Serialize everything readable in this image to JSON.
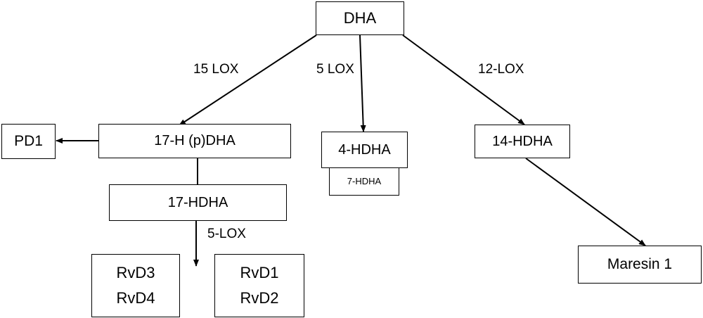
{
  "nodes": {
    "dha": "DHA",
    "pd1": "PD1",
    "h_p_dha_17": "17-H (p)DHA",
    "hdha_17": "17-HDHA",
    "hdha_4": "4-HDHA",
    "hdha_7": "7-HDHA",
    "hdha_14": "14-HDHA",
    "maresin_1": "Maresin 1",
    "rvd3": "RvD3",
    "rvd4": "RvD4",
    "rvd1": "RvD1",
    "rvd2": "RvD2"
  },
  "edge_labels": {
    "lox_15": "15 LOX",
    "lox_5_center": "5 LOX",
    "lox_12": "12-LOX",
    "lox_5_lower": "5-LOX"
  },
  "colors": {
    "line": "#000000",
    "box_border": "#000000",
    "background": "#ffffff"
  }
}
